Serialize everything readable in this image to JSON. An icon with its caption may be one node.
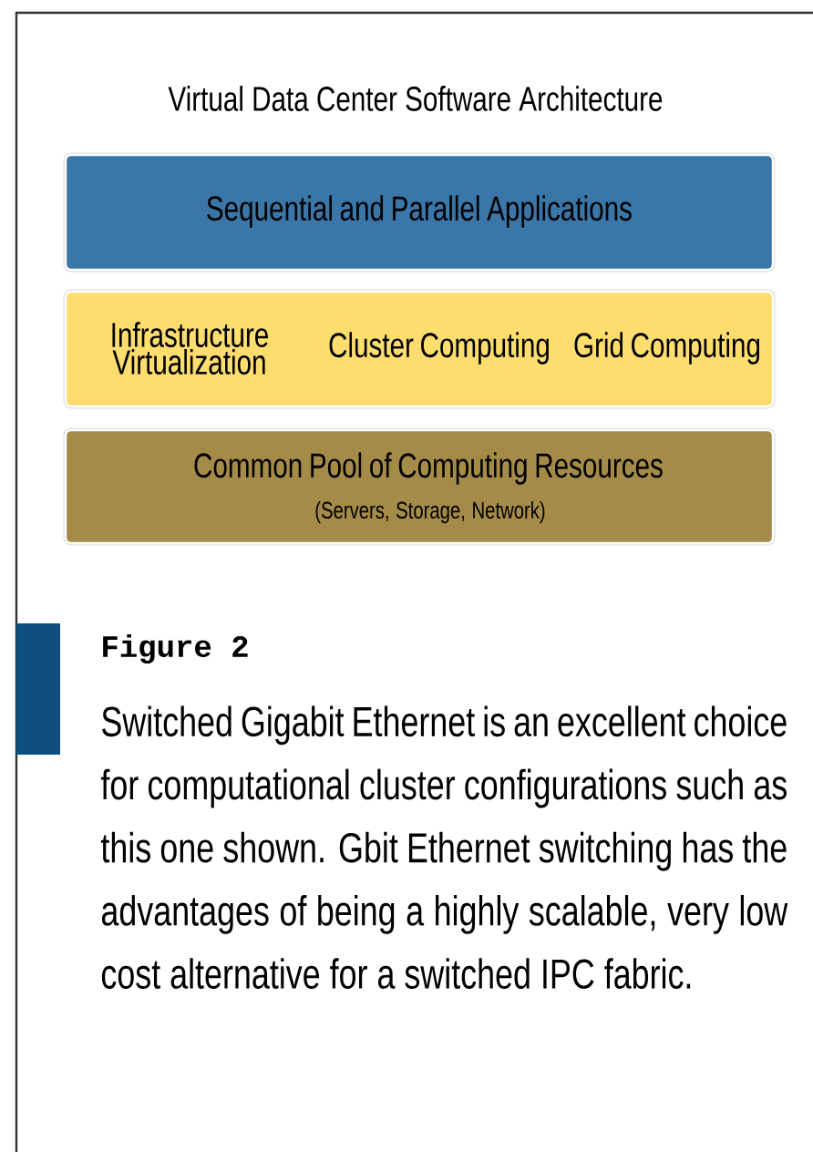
{
  "diagram": {
    "title": "Virtual Data Center Software Architecture",
    "nodes": [
      {
        "text": [
          "Sequential and Parallel Applications"
        ]
      },
      {
        "text": [
          "Infrastructure Virtualization",
          "Cluster Computing",
          "Grid Computing"
        ]
      },
      {
        "text": [
          "Common Pool of Computing Resources",
          "(Servers, Storage, Network)"
        ]
      }
    ],
    "labels": [
      "Figure 2"
    ],
    "caption": "Switched Gigabit Ethernet is an excellent choice for computational cluster configurations such as this one shown. Gbit Ethernet switching has the advantages of being a highly scalable, very low cost alternative for a switched IPC fabric."
  }
}
